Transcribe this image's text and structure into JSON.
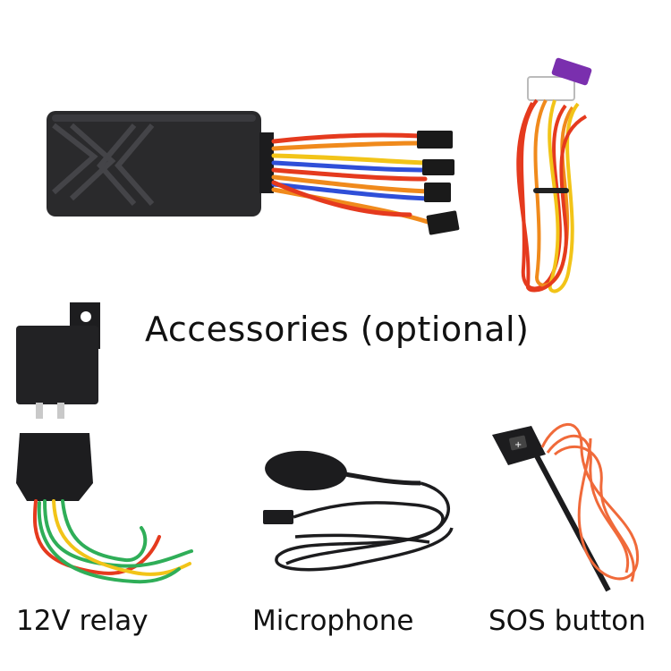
{
  "heading": "Accessories (optional)",
  "items": [
    {
      "label": "12V relay"
    },
    {
      "label": "Microphone"
    },
    {
      "label": "SOS button"
    }
  ],
  "sos_button_symbol": "+",
  "colors": {
    "tracker_body": "#2a2a2c",
    "wire_red": "#e53a1e",
    "wire_orange": "#f08a1c",
    "wire_yellow": "#f2c418",
    "wire_blue": "#2f4fd8",
    "wire_green": "#2fae58",
    "connector_purple": "#7a2fae",
    "sos_wire": "#f06a3a"
  }
}
